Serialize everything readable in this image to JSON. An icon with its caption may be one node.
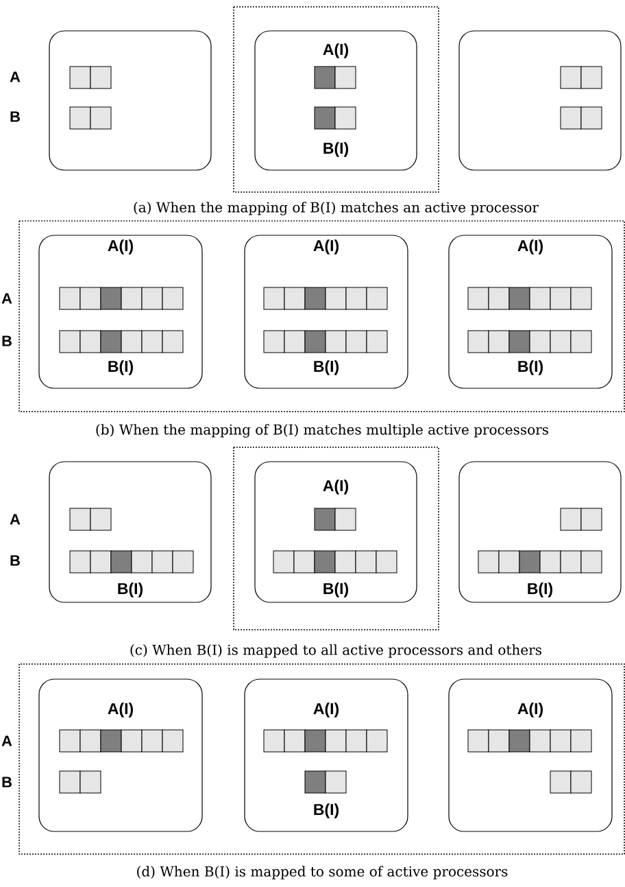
{
  "diagram": {
    "nodes": [
      {
        "text": [],
        "shape": "box"
      },
      {
        "text": [
          "A(I)",
          "B(I)"
        ]
      },
      {
        "text": [],
        "shape": "box"
      },
      {
        "text": [
          "A(I)",
          "B(I)"
        ]
      },
      {
        "text": [
          "A(I)",
          "B(I)"
        ]
      },
      {
        "text": [
          "A(I)",
          "B(I)"
        ]
      },
      {
        "text": [
          "B(I)"
        ]
      },
      {
        "text": [
          "A(I)",
          "B(I)"
        ]
      },
      {
        "text": [
          "B(I)"
        ]
      },
      {
        "text": [
          "A(I)"
        ]
      },
      {
        "text": [
          "A(I)",
          "B(I)"
        ]
      },
      {
        "text": [
          "A(I)"
        ]
      }
    ],
    "labels": [
      "A",
      "B",
      "(a) When the mapping of B(I) matches an active processor",
      "A",
      "B",
      "(b) When the mapping of B(I) matches multiple active processors",
      "A",
      "B",
      "(c) When B(I) is mapped to all active processors and others",
      "A",
      "B",
      "(d) When B(I) is mapped to some of active processors"
    ]
  }
}
